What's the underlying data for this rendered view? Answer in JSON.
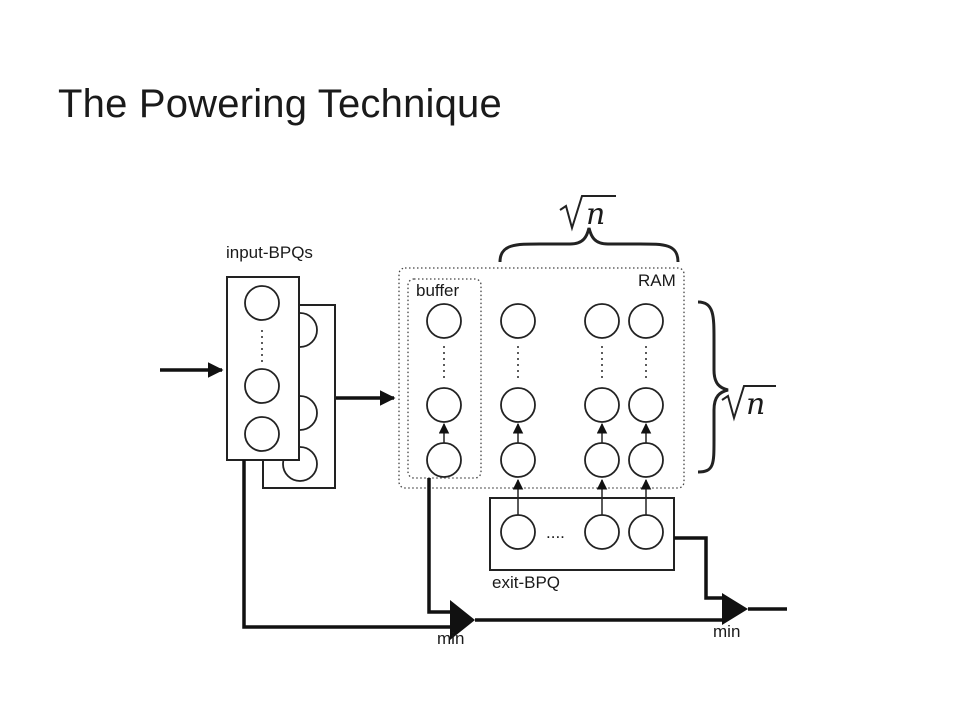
{
  "slide": {
    "title": "The Powering Technique"
  },
  "diagram": {
    "labels": {
      "input": "input-BPQs",
      "buffer": "buffer",
      "ram": "RAM",
      "exit": "exit-BPQ",
      "min_left": "min",
      "min_right": "min",
      "sqrt_n_top": "n",
      "sqrt_n_right": "n",
      "exit_dots": "....",
      "node_dots": "⋮"
    }
  }
}
